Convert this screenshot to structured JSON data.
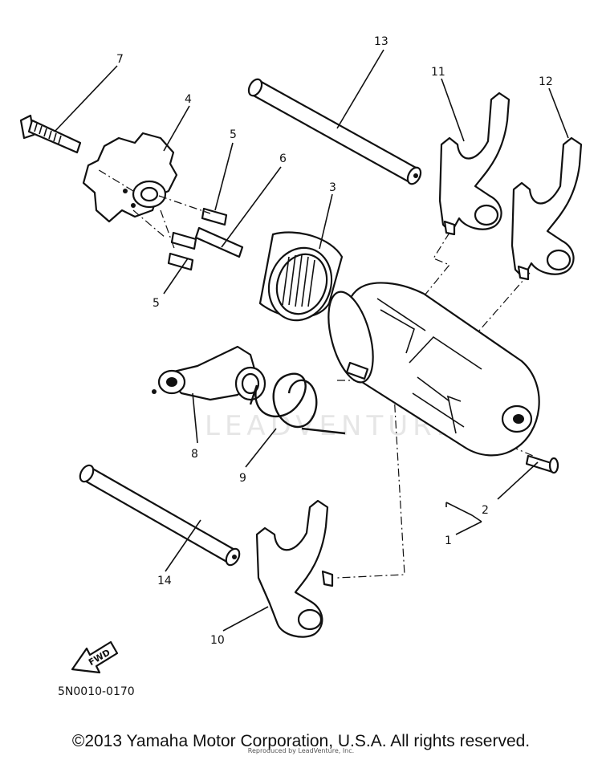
{
  "diagram": {
    "part_labels": [
      "1",
      "2",
      "3",
      "4",
      "5",
      "5",
      "6",
      "7",
      "8",
      "9",
      "10",
      "11",
      "12",
      "13",
      "14"
    ],
    "direction_arrow": "FWD",
    "drawing_code": "5N0010-0170",
    "watermark": "LEADVENTURE"
  },
  "footer": {
    "copyright": "©2013 Yamaha Motor Corporation, U.S.A. All rights reserved.",
    "reproduced": "Reproduced by LeadVenture, Inc."
  }
}
